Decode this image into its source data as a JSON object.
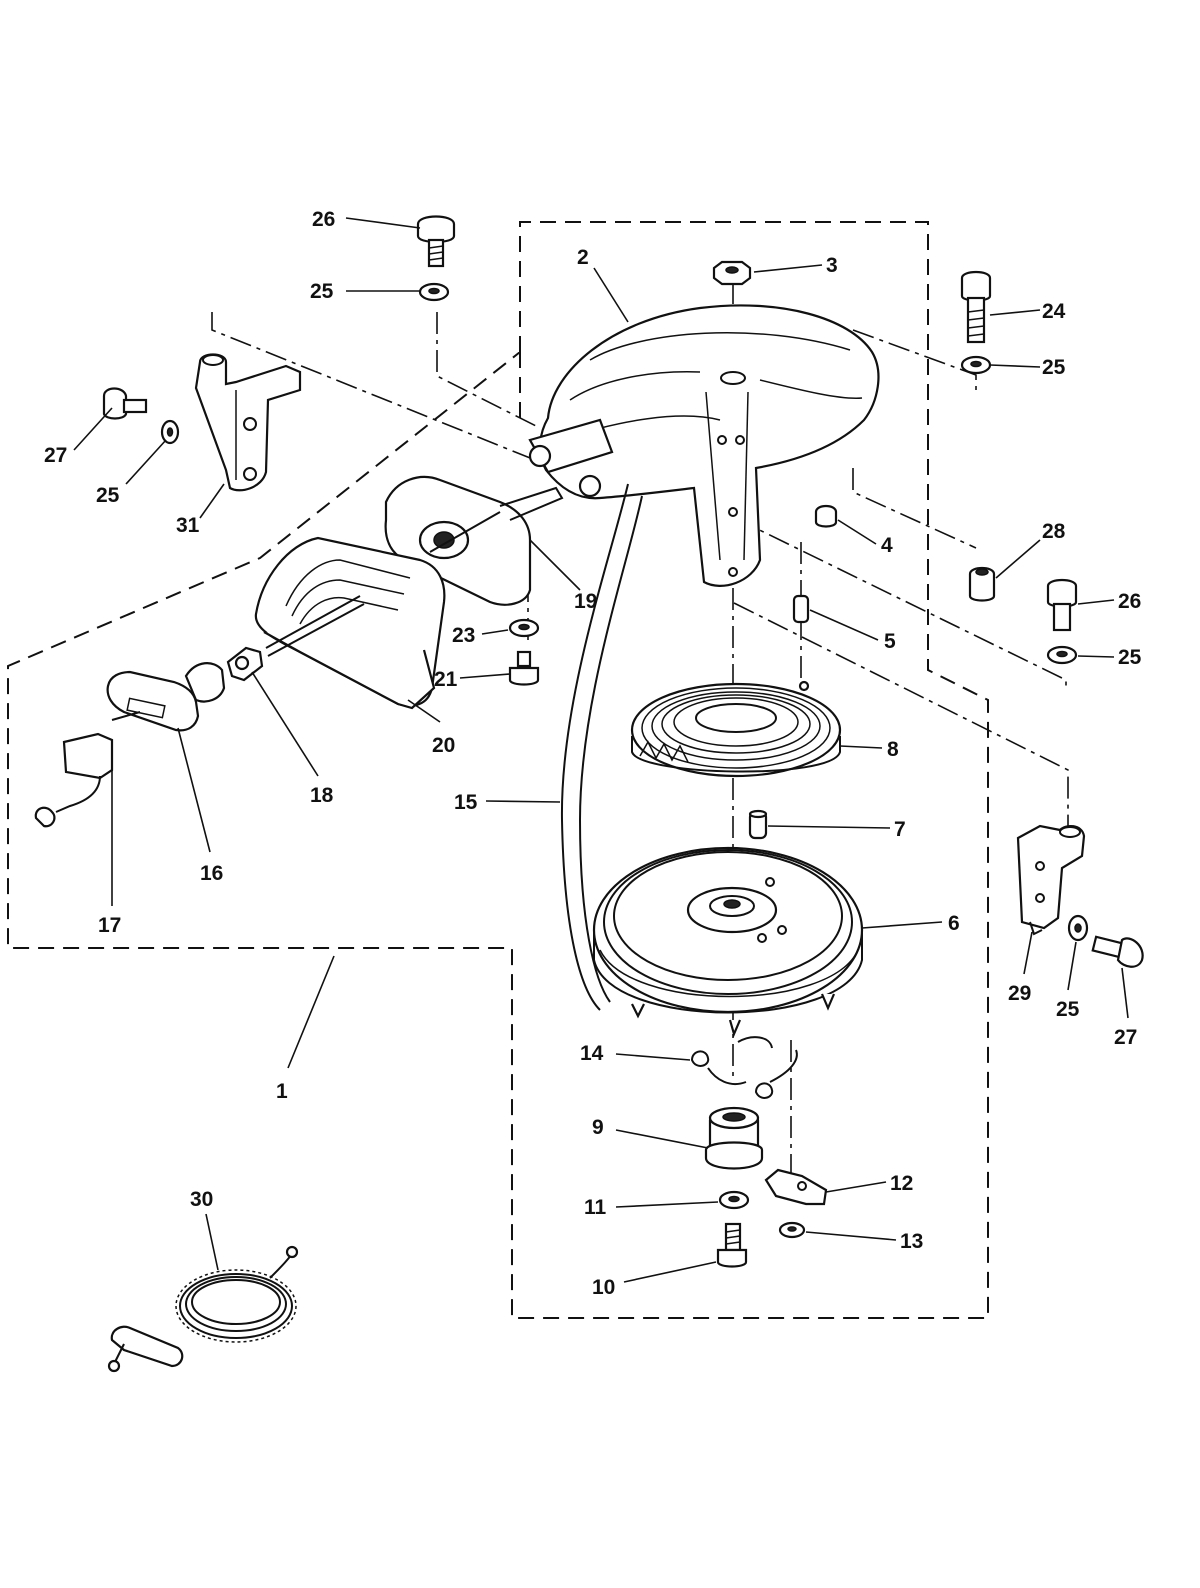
{
  "labels": [
    {
      "id": "lbl-26a",
      "text": "26"
    },
    {
      "id": "lbl-25a",
      "text": "25"
    },
    {
      "id": "lbl-2",
      "text": "2"
    },
    {
      "id": "lbl-3",
      "text": "3"
    },
    {
      "id": "lbl-24",
      "text": "24"
    },
    {
      "id": "lbl-25b",
      "text": "25"
    },
    {
      "id": "lbl-27a",
      "text": "27"
    },
    {
      "id": "lbl-25c",
      "text": "25"
    },
    {
      "id": "lbl-31",
      "text": "31"
    },
    {
      "id": "lbl-4",
      "text": "4"
    },
    {
      "id": "lbl-28",
      "text": "28"
    },
    {
      "id": "lbl-19",
      "text": "19"
    },
    {
      "id": "lbl-26b",
      "text": "26"
    },
    {
      "id": "lbl-23",
      "text": "23"
    },
    {
      "id": "lbl-5",
      "text": "5"
    },
    {
      "id": "lbl-25d",
      "text": "25"
    },
    {
      "id": "lbl-21",
      "text": "21"
    },
    {
      "id": "lbl-20",
      "text": "20"
    },
    {
      "id": "lbl-8",
      "text": "8"
    },
    {
      "id": "lbl-18",
      "text": "18"
    },
    {
      "id": "lbl-15",
      "text": "15"
    },
    {
      "id": "lbl-7",
      "text": "7"
    },
    {
      "id": "lbl-16",
      "text": "16"
    },
    {
      "id": "lbl-6",
      "text": "6"
    },
    {
      "id": "lbl-17",
      "text": "17"
    },
    {
      "id": "lbl-29",
      "text": "29"
    },
    {
      "id": "lbl-25e",
      "text": "25"
    },
    {
      "id": "lbl-27b",
      "text": "27"
    },
    {
      "id": "lbl-1",
      "text": "1"
    },
    {
      "id": "lbl-14",
      "text": "14"
    },
    {
      "id": "lbl-9",
      "text": "9"
    },
    {
      "id": "lbl-12",
      "text": "12"
    },
    {
      "id": "lbl-11",
      "text": "11"
    },
    {
      "id": "lbl-13",
      "text": "13"
    },
    {
      "id": "lbl-10",
      "text": "10"
    },
    {
      "id": "lbl-30",
      "text": "30"
    }
  ]
}
